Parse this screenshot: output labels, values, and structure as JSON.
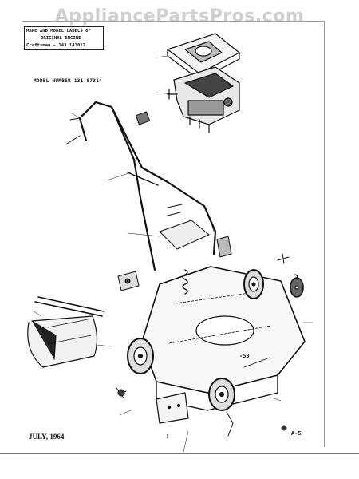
{
  "watermark": "AppliancePartsPros.com",
  "label_box": {
    "line1": "MAKE AND MODEL LABELS OF",
    "line2": "ORIGINAL ENGINE",
    "line3": "Craftsman - 143.143012"
  },
  "model_number": "MODEL NUMBER 131.97314",
  "date": "JULY, 1964",
  "page_number": "1",
  "sheet_code": "A-5",
  "deck_number": "-50",
  "parts": [
    {
      "name": "air-filter-cover"
    },
    {
      "name": "engine"
    },
    {
      "name": "handle"
    },
    {
      "name": "grass-catcher-bag"
    },
    {
      "name": "mower-deck"
    },
    {
      "name": "front-left-wheel"
    },
    {
      "name": "front-right-wheel"
    },
    {
      "name": "rear-left-wheel"
    },
    {
      "name": "rear-right-wheel"
    },
    {
      "name": "height-adjuster-spring"
    },
    {
      "name": "discharge-chute-plate"
    }
  ]
}
